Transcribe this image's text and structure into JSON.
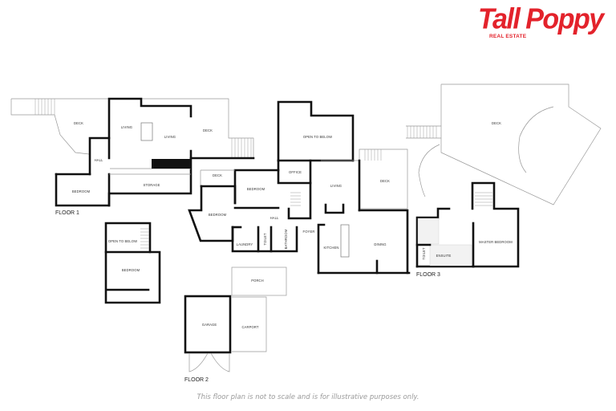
{
  "brand": {
    "name": "Tall Poppy",
    "tagline": "REAL ESTATE",
    "color": "#e3222b"
  },
  "floors": [
    {
      "label": "FLOOR 1",
      "rooms": [
        "DECK",
        "LIVING",
        "LIVING",
        "DECK",
        "HALL",
        "BEDROOM",
        "STORAGE"
      ]
    },
    {
      "label": "FLOOR 2",
      "rooms": [
        "OPEN TO BELOW",
        "OFFICE",
        "LIVING",
        "DECK",
        "DECK",
        "BEDROOM",
        "BEDROOM",
        "HALL",
        "LAUNDRY",
        "TOILET",
        "BATHROOM",
        "FOYER",
        "KITCHEN",
        "DINING",
        "PORCH",
        "GARAGE",
        "CARPORT",
        "OPEN TO BELOW",
        "BEDROOM"
      ]
    },
    {
      "label": "FLOOR 3",
      "rooms": [
        "DECK",
        "MASTER BEDROOM",
        "ENSUITE",
        "TOILET"
      ]
    }
  ],
  "labels": {
    "f1_deck_left": "DECK",
    "f1_living_a": "LIVING",
    "f1_living_b": "LIVING",
    "f1_deck_right": "DECK",
    "f1_hall": "HALL",
    "f1_bedroom": "BEDROOM",
    "f1_storage": "STORAGE",
    "f1_floor": "FLOOR 1",
    "f2_open": "OPEN TO BELOW",
    "f2_office": "OFFICE",
    "f2_living": "LIVING",
    "f2_deck_mid": "DECK",
    "f2_deck_small": "DECK",
    "f2_bedroom_a": "BEDROOM",
    "f2_bedroom_b": "BEDROOM",
    "f2_hall": "HALL",
    "f2_laundry": "LAUNDRY",
    "f2_toilet": "TOILET",
    "f2_bathroom": "BATHROOM",
    "f2_foyer": "FOYER",
    "f2_kitchen": "KITCHEN",
    "f2_dining": "DINING",
    "f2_porch": "PORCH",
    "f2_garage": "GARAGE",
    "f2_carport": "CARPORT",
    "f2_loft_open": "OPEN TO BELOW",
    "f2_loft_bedroom": "BEDROOM",
    "f2_floor": "FLOOR 2",
    "f3_deck": "DECK",
    "f3_master": "MASTER BEDROOM",
    "f3_ensuite": "ENSUITE",
    "f3_toilet": "TOILET",
    "f3_floor": "FLOOR 3"
  },
  "disclaimer": "This floor plan is not to scale and is for illustrative purposes only."
}
